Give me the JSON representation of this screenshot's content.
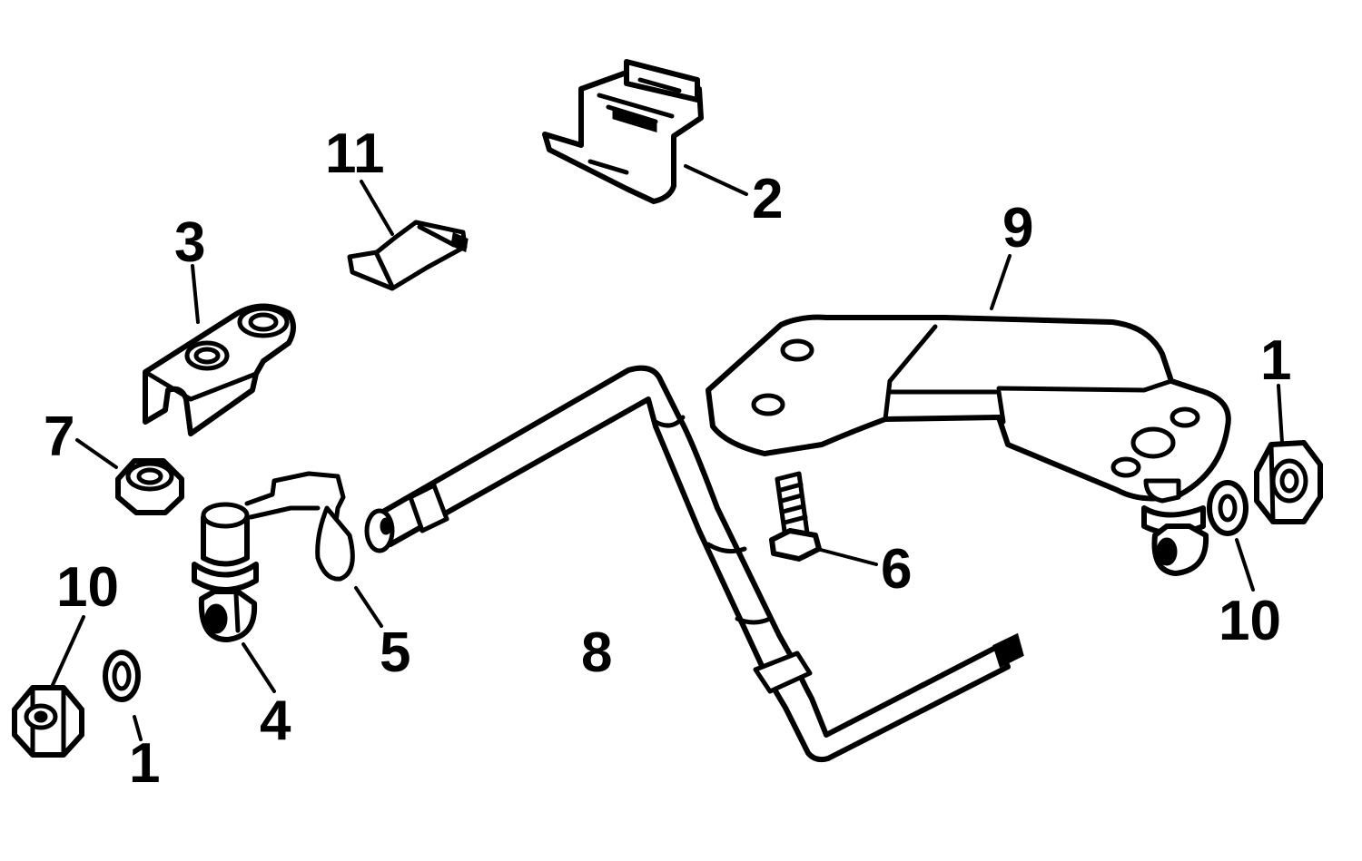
{
  "diagram": {
    "colors": {
      "ink": "#000000",
      "paper": "#ffffff"
    },
    "callouts": {
      "c1_right": "1",
      "c1_left": "1",
      "c2": "2",
      "c3": "3",
      "c4": "4",
      "c5": "5",
      "c6": "6",
      "c7": "7",
      "c8": "8",
      "c9": "9",
      "c10_right": "10",
      "c10_left": "10",
      "c11": "11"
    }
  }
}
